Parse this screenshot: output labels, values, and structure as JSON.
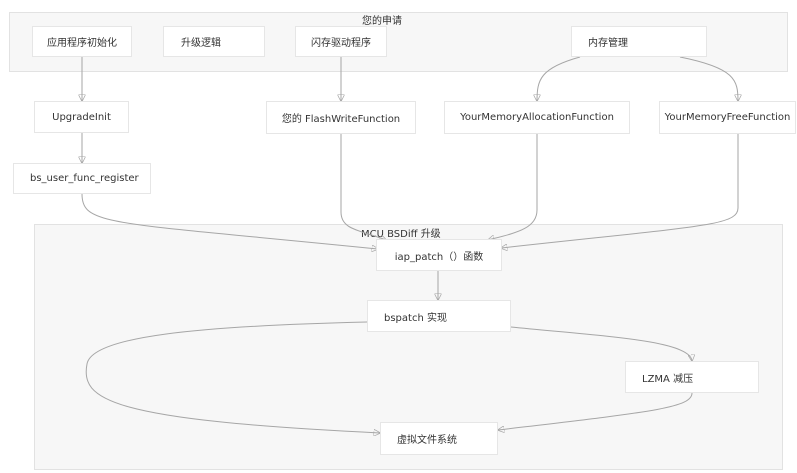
{
  "groups": {
    "your_app": {
      "title": "您的申请"
    },
    "mcu_upgrade": {
      "title": "MCU BSDiff 升级"
    }
  },
  "nodes": {
    "app_init": "应用程序初始化",
    "upgrade_logic": "升级逻辑",
    "flash_driver": "闪存驱动程序",
    "memory_mgmt": "内存管理",
    "upgrade_init": "UpgradeInit",
    "flash_write_fn": "您的 FlashWriteFunction",
    "mem_alloc_fn": "YourMemoryAllocationFunction",
    "mem_free_fn": "YourMemoryFreeFunction",
    "bs_register": "bs_user_func_register",
    "iap_patch": "iap_patch（）函数",
    "bspatch": "bspatch 实现",
    "lzma": "LZMA 减压",
    "vfs": "虚拟文件系统"
  },
  "edges": [
    [
      "app_init",
      "upgrade_init"
    ],
    [
      "upgrade_init",
      "bs_register"
    ],
    [
      "flash_driver",
      "flash_write_fn"
    ],
    [
      "memory_mgmt",
      "mem_alloc_fn"
    ],
    [
      "memory_mgmt",
      "mem_free_fn"
    ],
    [
      "bs_register",
      "iap_patch"
    ],
    [
      "flash_write_fn",
      "iap_patch"
    ],
    [
      "mem_alloc_fn",
      "iap_patch"
    ],
    [
      "mem_free_fn",
      "iap_patch"
    ],
    [
      "iap_patch",
      "bspatch"
    ],
    [
      "bspatch",
      "lzma"
    ],
    [
      "bspatch",
      "vfs"
    ],
    [
      "lzma",
      "vfs"
    ]
  ],
  "colors": {
    "group_fill": "#f7f7f7",
    "node_fill": "#ffffff",
    "edge": "#a6a6a6"
  }
}
